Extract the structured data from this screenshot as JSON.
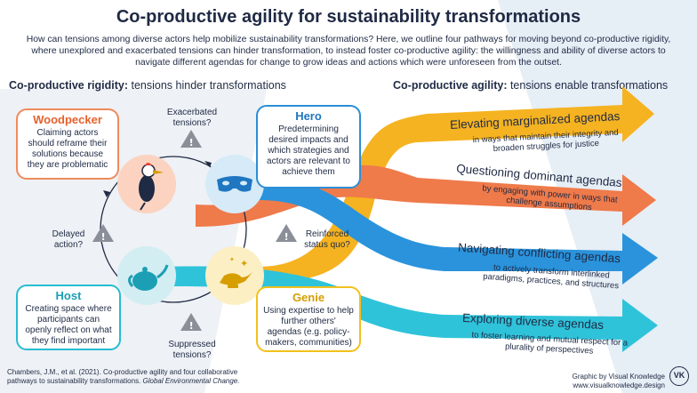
{
  "title": "Co-productive agility for sustainability transformations",
  "intro": "How can tensions among diverse actors help mobilize sustainability transformations? Here, we outline four pathways for moving beyond co-productive rigidity, where unexplored and exacerbated tensions can hinder transformation, to instead foster co-productive agility: the willingness and ability of diverse actors to navigate different agendas for change to grow ideas and actions which were unforeseen from the outset.",
  "left_heading": {
    "bold": "Co-productive rigidity:",
    "rest": " tensions hinder transformations"
  },
  "right_heading": {
    "bold": "Co-productive agility:",
    "rest": " tensions enable transformations"
  },
  "actors": {
    "woodpecker": {
      "name": "Woodpecker",
      "desc": "Claiming actors should reframe their solutions because they are problematic"
    },
    "hero": {
      "name": "Hero",
      "desc": "Predetermining desired impacts and which strategies and actors are relevant to achieve them"
    },
    "host": {
      "name": "Host",
      "desc": "Creating space where participants can openly reflect on what they find important"
    },
    "genie": {
      "name": "Genie",
      "desc": "Using expertise to help further others' agendas (e.g. policy-makers, communities)"
    }
  },
  "tensions": {
    "exacerbated": "Exacerbated tensions?",
    "delayed": "Delayed action?",
    "reinforced": "Reinforced status quo?",
    "suppressed": "Suppressed tensions?"
  },
  "pathways": [
    {
      "title": "Elevating marginalized agendas",
      "sub": "in ways that maintain their integrity and broaden struggles for justice",
      "color": "#f5b321"
    },
    {
      "title": "Questioning dominant agendas",
      "sub": "by engaging with power in ways that challenge assumptions",
      "color": "#ef7a4a"
    },
    {
      "title": "Navigating conflicting agendas",
      "sub": "to actively transform interlinked paradigms, practices, and structures",
      "color": "#2a93dc"
    },
    {
      "title": "Exploring diverse agendas",
      "sub": "to foster learning and mutual respect for a plurality of perspectives",
      "color": "#2fc3da"
    }
  ],
  "citation": {
    "line1": "Chambers, J.M., et al. (2021). Co-productive agility and four collaborative",
    "line2": "pathways to sustainability transformations. ",
    "journal": "Global Environmental Change."
  },
  "credit": {
    "line1": "Graphic by Visual Knowledge",
    "line2": "www.visualknowledge.design"
  },
  "logo": "VK",
  "colors": {
    "woodpecker": "#f08a5d",
    "hero": "#2c8ed6",
    "host": "#28bcd3",
    "genie": "#f2c01d",
    "text": "#1f2a44"
  }
}
